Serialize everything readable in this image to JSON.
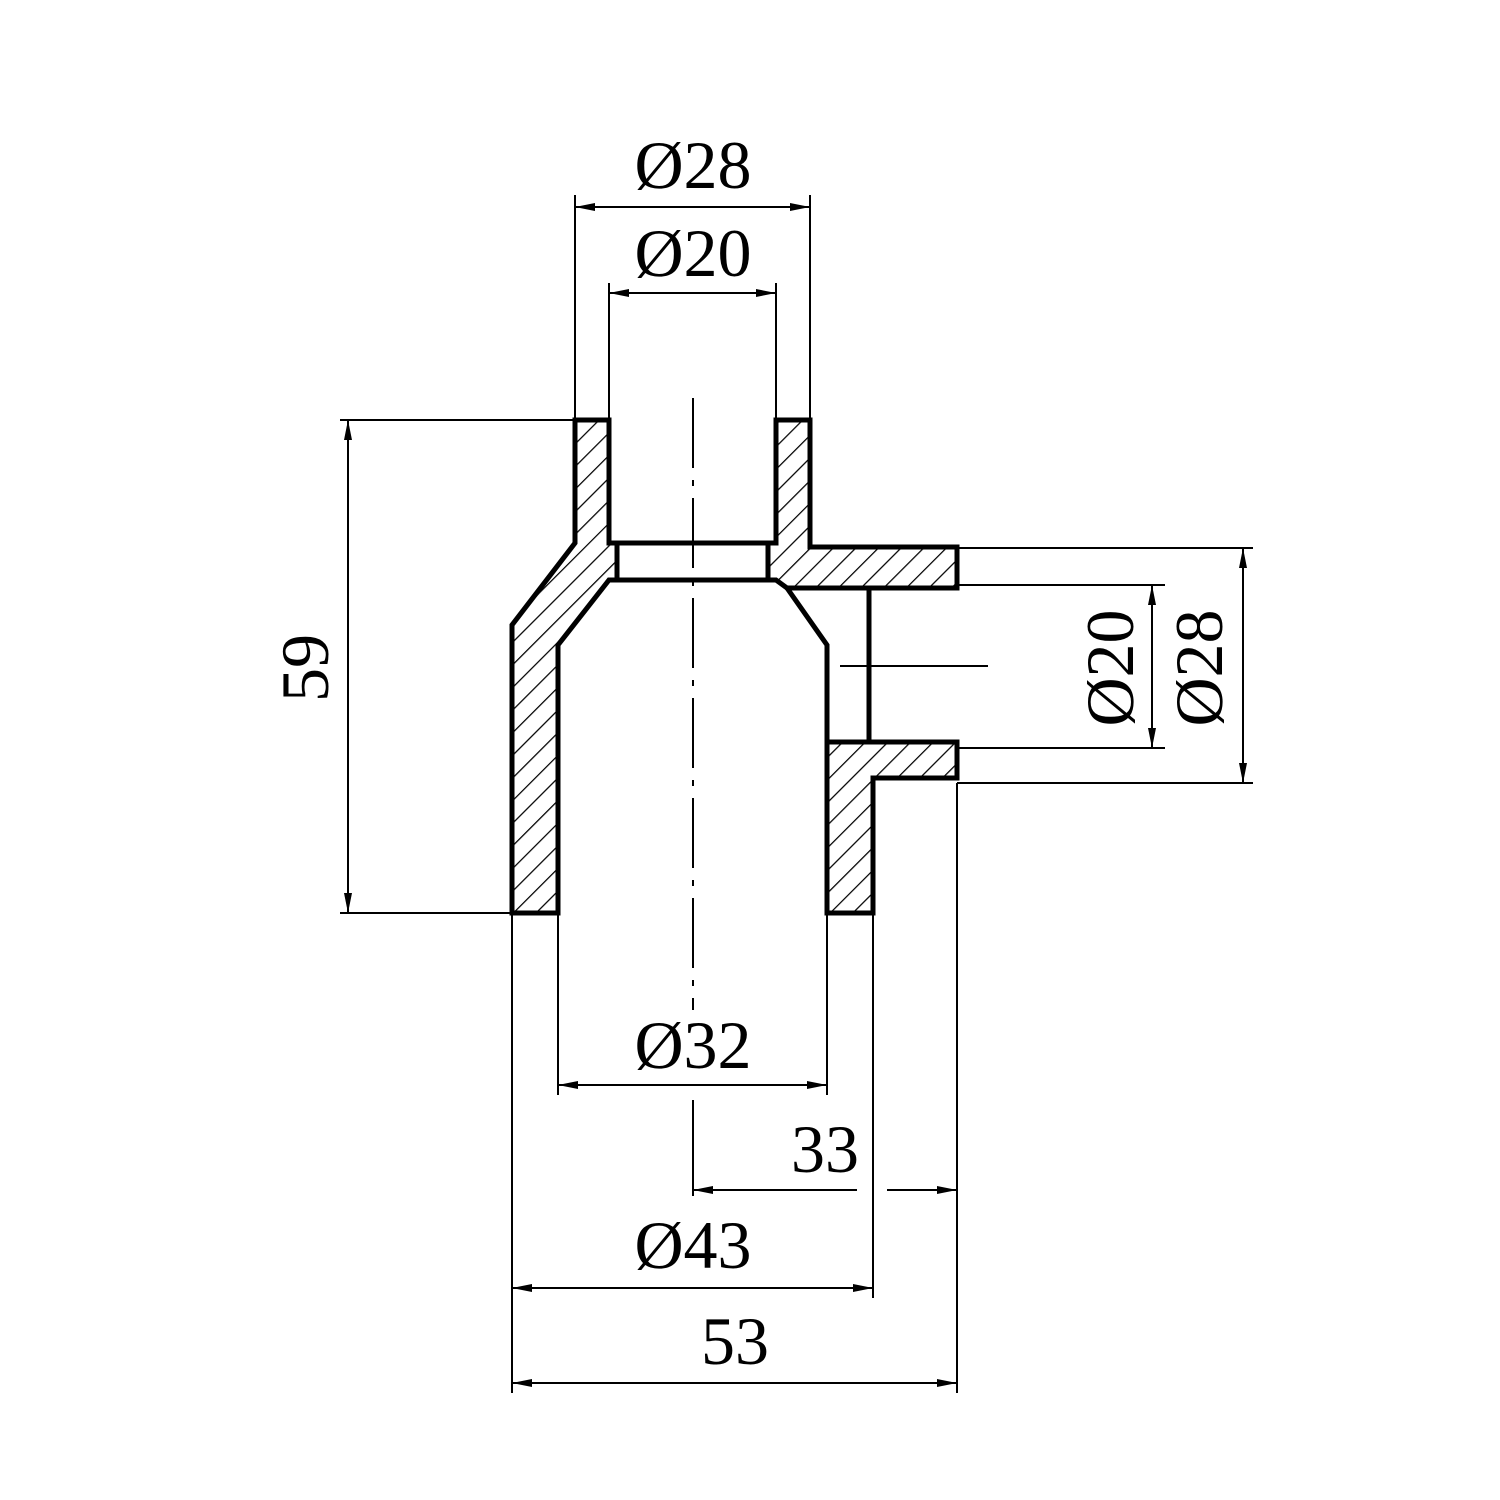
{
  "drawing": {
    "title": "Reducing tee fitting cross-section",
    "colors": {
      "line": "#000000",
      "background": "#ffffff"
    },
    "dimensions": {
      "top_outer": {
        "label": "Ø28",
        "value": 28
      },
      "top_inner": {
        "label": "Ø20",
        "value": 20
      },
      "height": {
        "label": "59",
        "value": 59
      },
      "branch_inner": {
        "label": "Ø20",
        "value": 20
      },
      "branch_outer": {
        "label": "Ø28",
        "value": 28
      },
      "bottom_inner": {
        "label": "Ø32",
        "value": 32
      },
      "branch_offset": {
        "label": "33",
        "value": 33
      },
      "bottom_outer": {
        "label": "Ø43",
        "value": 43
      },
      "overall_width": {
        "label": "53",
        "value": 53
      }
    }
  }
}
